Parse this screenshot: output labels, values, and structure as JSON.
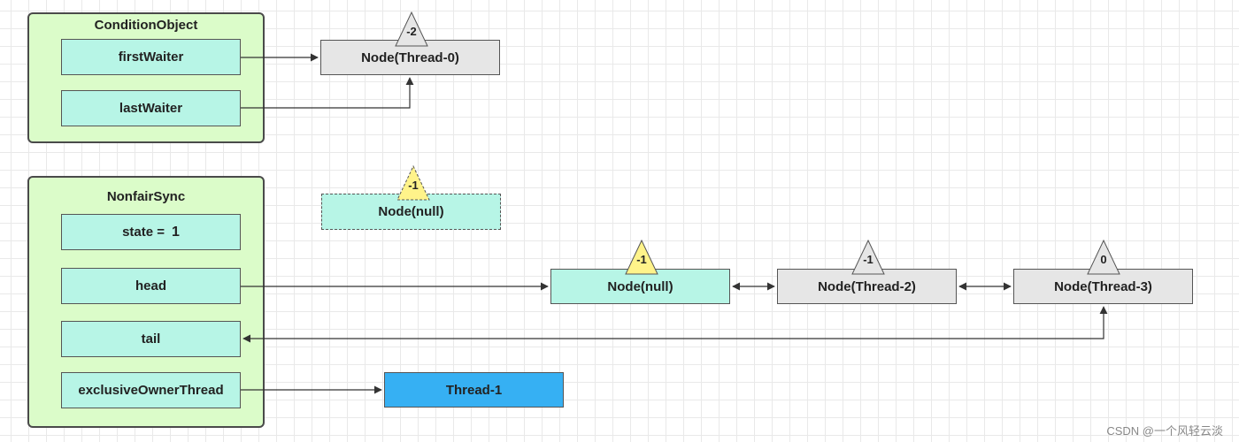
{
  "condition_object": {
    "title": "ConditionObject",
    "fields": [
      "firstWaiter",
      "lastWaiter"
    ]
  },
  "nonfair_sync": {
    "title": "NonfairSync",
    "state_label": "state =",
    "state_value": "1",
    "fields": [
      "head",
      "tail",
      "exclusiveOwnerThread"
    ]
  },
  "nodes": {
    "cond_thread0": {
      "label": "Node(Thread-0)",
      "status": "-2"
    },
    "dummy_null": {
      "label": "Node(null)",
      "status": "-1"
    },
    "head_null": {
      "label": "Node(null)",
      "status": "-1"
    },
    "thread2": {
      "label": "Node(Thread-2)",
      "status": "-1"
    },
    "thread3": {
      "label": "Node(Thread-3)",
      "status": "0"
    },
    "owner_thread1": {
      "label": "Thread-1"
    }
  },
  "colors": {
    "panel_bg": "#dbfcc9",
    "field_bg": "#b7f5e6",
    "node_gray": "#e6e6e6",
    "node_blue": "#36b0f3",
    "status_yellow": "#fff38a",
    "status_gray": "#e6e6e6"
  },
  "watermark": "CSDN @一个风轻云淡"
}
